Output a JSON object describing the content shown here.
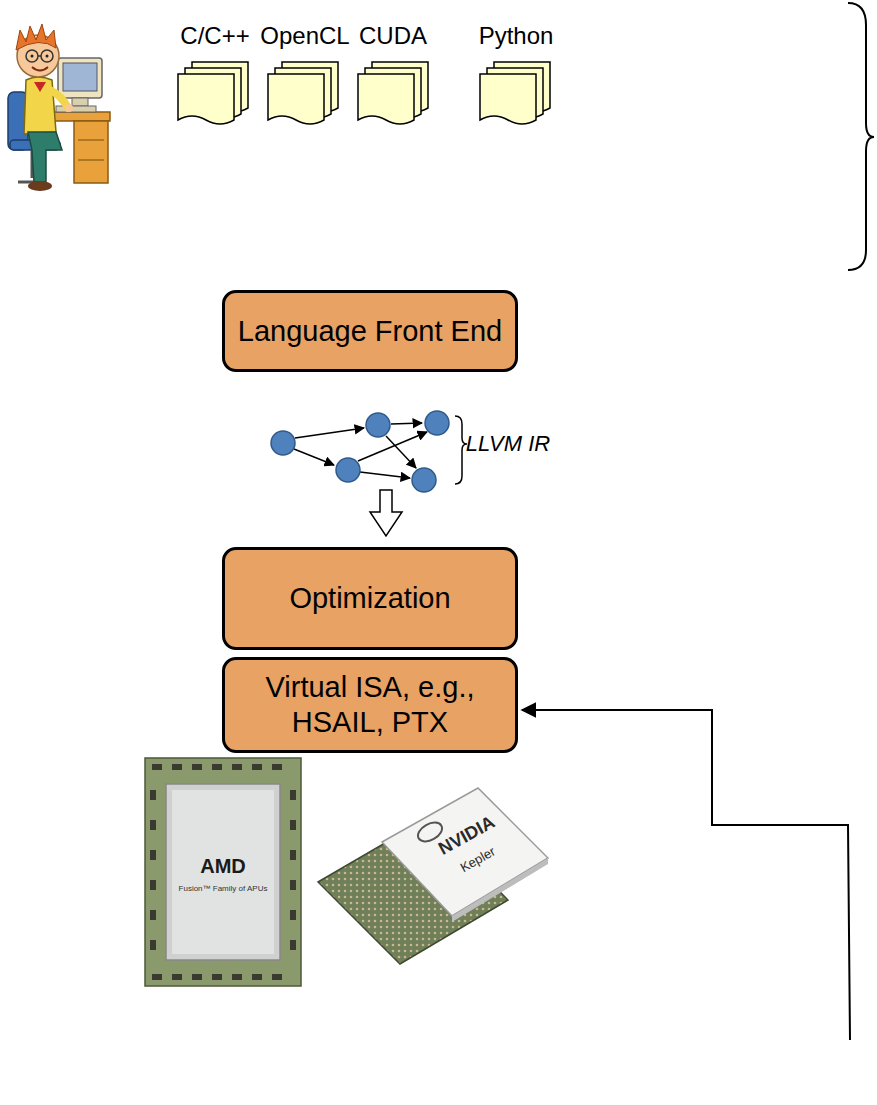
{
  "diagram": {
    "nodes": [
      {
        "text": [
          "Language Front End"
        ]
      },
      {
        "text": [
          "Optimization"
        ]
      },
      {
        "text": [
          "Virtual ISA, e.g., HSAIL, PTX"
        ]
      }
    ],
    "labels": [
      "C/C++",
      "OpenCL",
      "CUDA",
      "Python",
      "LLVM IR",
      "AMD",
      "Fusion™ Family of APUs",
      "NVIDIA",
      "Kepler"
    ]
  }
}
